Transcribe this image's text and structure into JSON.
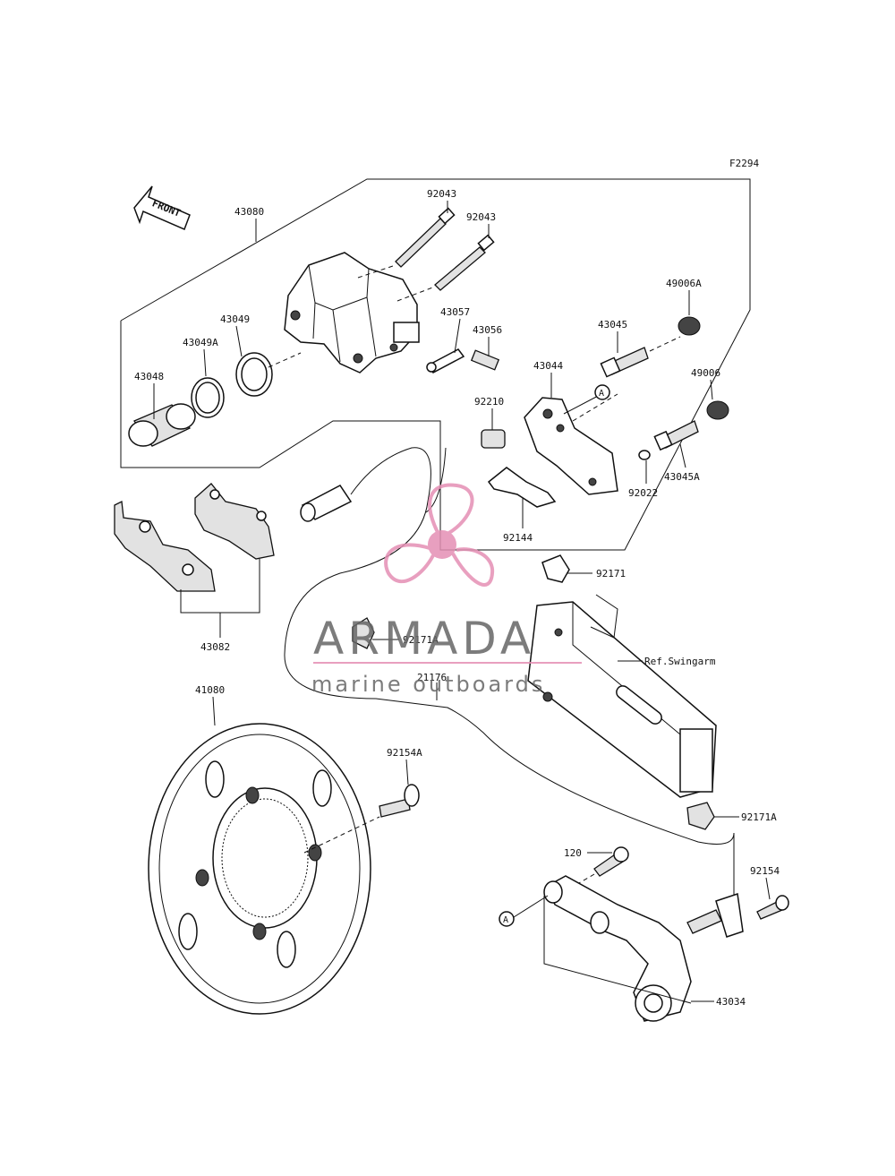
{
  "figure_code": "F2294",
  "front_marker": "FRONT",
  "ref_label": "Ref.Swingarm",
  "watermark": {
    "brand": "ARMADA",
    "tagline": "marine outboards",
    "accent_color": "#e58fb4",
    "text_color": "#666666"
  },
  "circle_marker": "A",
  "parts": {
    "p43080": "43080",
    "p92043a": "92043",
    "p92043b": "92043",
    "p43049": "43049",
    "p43049A": "43049A",
    "p43048": "43048",
    "p43057": "43057",
    "p43056": "43056",
    "p43045": "43045",
    "p49006A": "49006A",
    "p43044": "43044",
    "p49006": "49006",
    "p92210": "92210",
    "p92022": "92022",
    "p43045A": "43045A",
    "p92144": "92144",
    "p43082": "43082",
    "p92171": "92171",
    "p92171A_top": "92171A",
    "p21176": "21176",
    "p41080": "41080",
    "p92154A": "92154A",
    "p92171A_bot": "92171A",
    "p120": "120",
    "p92154": "92154",
    "p43034": "43034"
  }
}
